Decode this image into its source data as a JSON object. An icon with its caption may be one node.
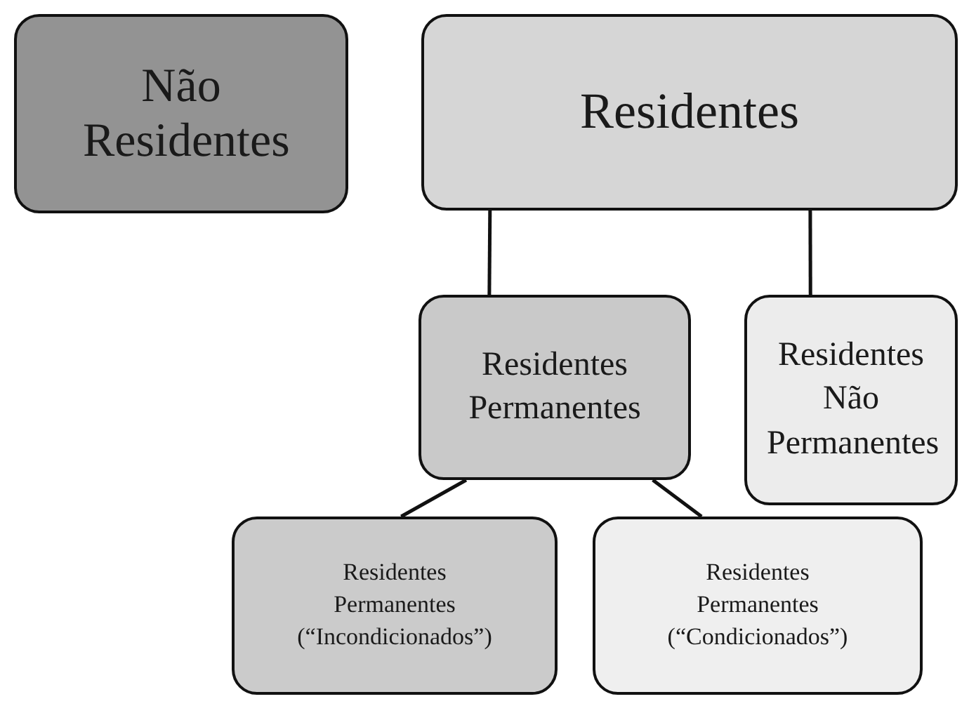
{
  "diagram": {
    "nodes": [
      {
        "text": [
          "Não Residentes"
        ]
      },
      {
        "text": [
          "Residentes"
        ]
      },
      {
        "text": [
          "Residentes Permanentes"
        ]
      },
      {
        "text": [
          "Residentes Não Permanentes"
        ]
      },
      {
        "text": [
          "Residentes Permanentes (“Incondicionados”)"
        ]
      },
      {
        "text": [
          "Residentes Permanentes (“Condicionados”)"
        ]
      }
    ],
    "edges": [
      {
        "from": 1,
        "to": 2,
        "arrow": "none"
      },
      {
        "from": 1,
        "to": 3,
        "arrow": "none"
      },
      {
        "from": 2,
        "to": 4,
        "arrow": "none"
      },
      {
        "from": 2,
        "to": 5,
        "arrow": "none"
      }
    ]
  }
}
